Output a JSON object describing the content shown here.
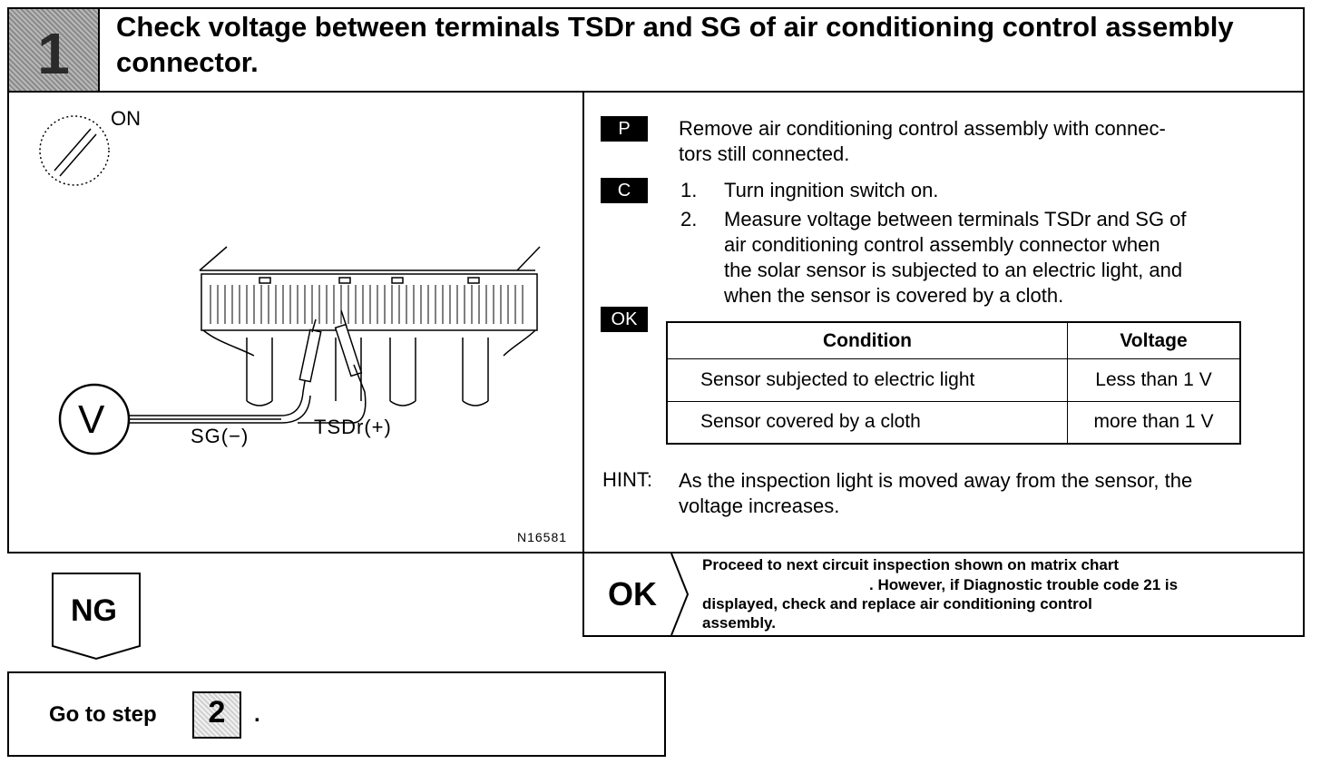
{
  "step": {
    "number": "1",
    "title": "Check voltage between terminals TSDr and SG of air conditioning control assembly connector."
  },
  "illustration": {
    "ignition_label": "ON",
    "meter_label": "V",
    "probe_negative": "SG(−)",
    "probe_positive": "TSDr(+)",
    "figure_code": "N16581"
  },
  "procedure": {
    "prep_tag": "P",
    "prep_lines": [
      "Remove air conditioning control assembly with connec-",
      "tors still connected."
    ],
    "check_tag": "C",
    "steps": [
      {
        "num": "1.",
        "lines": [
          "Turn ingnition switch on."
        ]
      },
      {
        "num": "2.",
        "lines": [
          "Measure voltage between terminals TSDr and SG of",
          "air conditioning control assembly connector when",
          "the solar sensor is subjected to an electric light, and",
          "when the sensor is covered by a cloth."
        ]
      }
    ],
    "ok_tag": "OK",
    "table": {
      "headers": [
        "Condition",
        "Voltage"
      ],
      "rows": [
        [
          "Sensor subjected to electric light",
          "Less than 1 V"
        ],
        [
          "Sensor covered by a cloth",
          "more than 1 V"
        ]
      ]
    },
    "hint_label": "HINT:",
    "hint_lines": [
      "As the inspection light is moved away from the sensor, the",
      "voltage increases."
    ]
  },
  "ok_result": {
    "label": "OK",
    "lines": [
      "Proceed to next circuit inspection shown on matrix chart",
      ". However, if Diagnostic trouble code 21 is",
      "displayed, check and replace air conditioning control",
      "assembly."
    ]
  },
  "ng_result": {
    "label": "NG",
    "goto_prefix": "Go to step",
    "goto_step": "2",
    "goto_suffix": "."
  }
}
